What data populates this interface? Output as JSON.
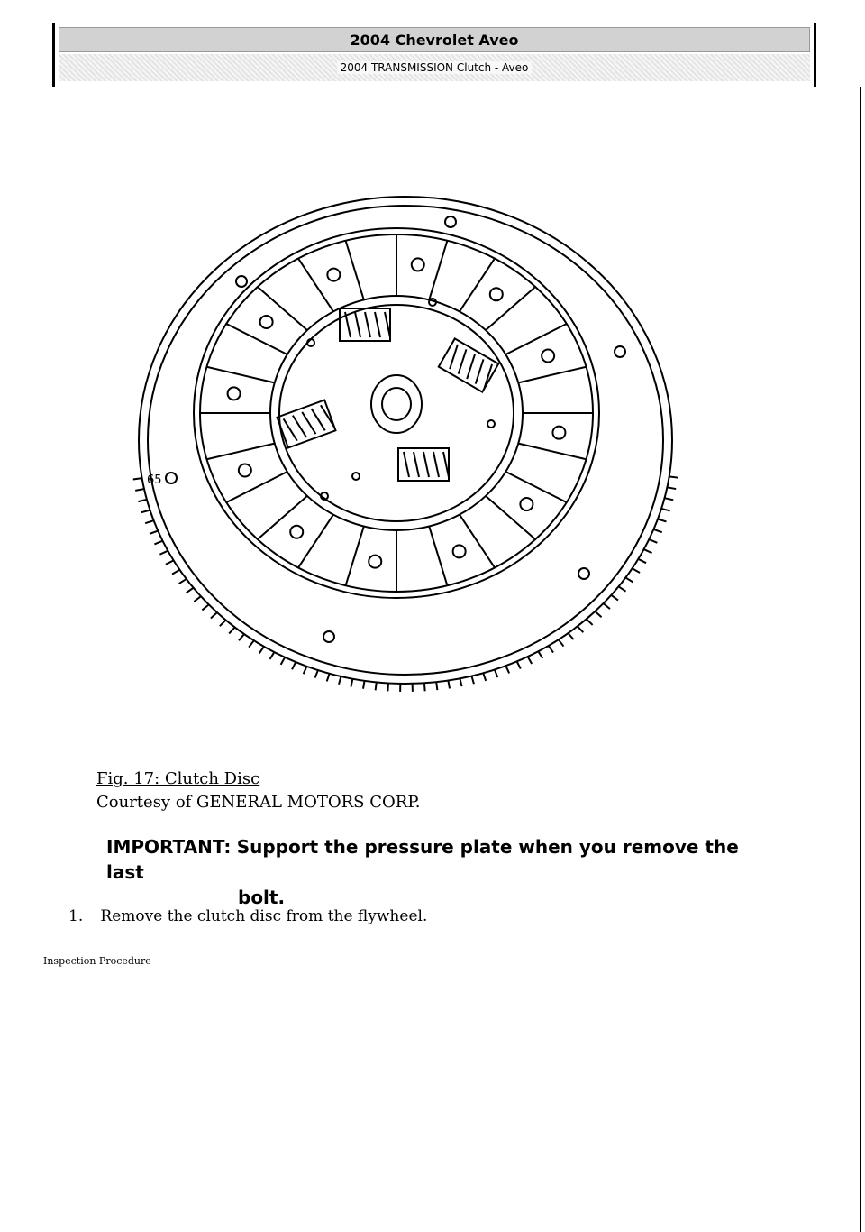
{
  "header": {
    "title": "2004 Chevrolet Aveo",
    "subtitle": "2004 TRANSMISSION Clutch - Aveo"
  },
  "figure": {
    "label": "Fig. 17: Clutch Disc",
    "courtesy": "Courtesy of GENERAL MOTORS CORP.",
    "icon": "clutch-disc-drawing",
    "callout": "65"
  },
  "note": {
    "tag": "IMPORTANT:",
    "line1": "Support the pressure plate when you remove the last",
    "line2": "bolt."
  },
  "steps": [
    {
      "number": "1.",
      "text": "Remove the clutch disc from the flywheel."
    }
  ],
  "section_heading": "Inspection Procedure"
}
